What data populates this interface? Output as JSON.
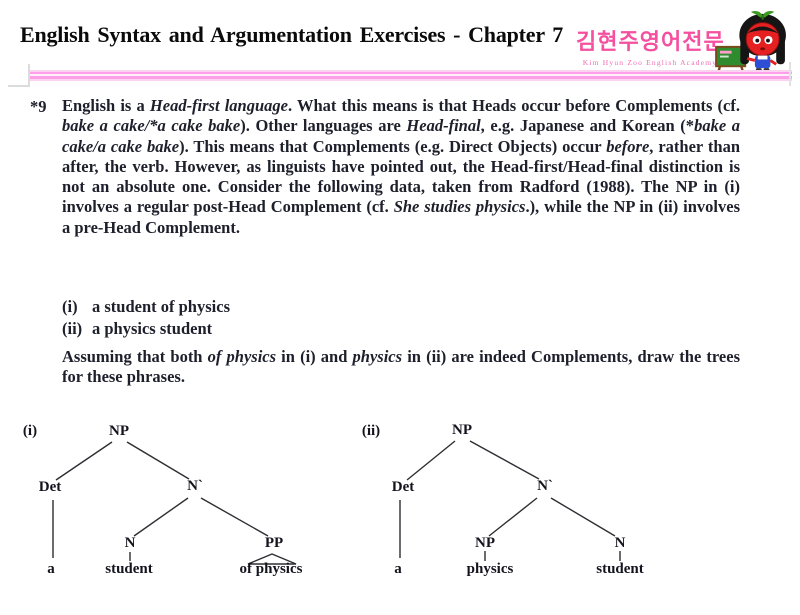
{
  "header": {
    "title": "English Syntax and Argumentation Exercises - Chapter 7",
    "logo": {
      "korean": "김현주영어전문",
      "english": "Kim Hyun Zoo English Academy"
    }
  },
  "exercise": {
    "number": "*9",
    "paragraph_segments": [
      {
        "t": "English is a ",
        "i": false
      },
      {
        "t": "Head-first language",
        "i": true
      },
      {
        "t": ". What this means is that Heads occur before Complements (cf. ",
        "i": false
      },
      {
        "t": "bake a cake/*a cake bake",
        "i": true
      },
      {
        "t": "). Other languages are ",
        "i": false
      },
      {
        "t": "Head-final",
        "i": true
      },
      {
        "t": ", e.g. Japanese and Korean (*",
        "i": false
      },
      {
        "t": "bake a cake/a cake bake",
        "i": true
      },
      {
        "t": "). This means that Complements (e.g. Direct Objects) occur ",
        "i": false
      },
      {
        "t": "before",
        "i": true
      },
      {
        "t": ", rather than after, the verb. However, as linguists have pointed out, the Head-first/Head-final distinction is not an absolute one. Consider the following data, taken from Radford (1988). The NP in (i) involves a regular post-Head Complement (cf. ",
        "i": false
      },
      {
        "t": "She studies physics",
        "i": true
      },
      {
        "t": ".), while the NP in (ii) involves a pre-Head Complement.",
        "i": false
      }
    ],
    "examples": [
      {
        "label": "(i)",
        "text": "a student of physics"
      },
      {
        "label": "(ii)",
        "text": "a physics student"
      }
    ],
    "instruction_segments": [
      {
        "t": "Assuming that both ",
        "i": false
      },
      {
        "t": "of physics",
        "i": true
      },
      {
        "t": " in (i) and ",
        "i": false
      },
      {
        "t": "physics",
        "i": true
      },
      {
        "t": " in (ii) are indeed Complements, draw the trees for these phrases.",
        "i": false
      }
    ]
  },
  "trees": [
    {
      "label": "(i)",
      "nodes": {
        "root": "NP",
        "det": "Det",
        "nbar": "N`",
        "head": "N",
        "comp": "PP",
        "t_det": "a",
        "t_head": "student",
        "t_comp": "of physics"
      }
    },
    {
      "label": "(ii)",
      "nodes": {
        "root": "NP",
        "det": "Det",
        "nbar": "N`",
        "comp": "NP",
        "head": "N",
        "t_det": "a",
        "t_comp": "physics",
        "t_head": "student"
      }
    }
  ],
  "colors": {
    "accent_pink": "#f4509f",
    "divider_pink": "#ff9fe9",
    "body_text": "#1d1f2b"
  }
}
